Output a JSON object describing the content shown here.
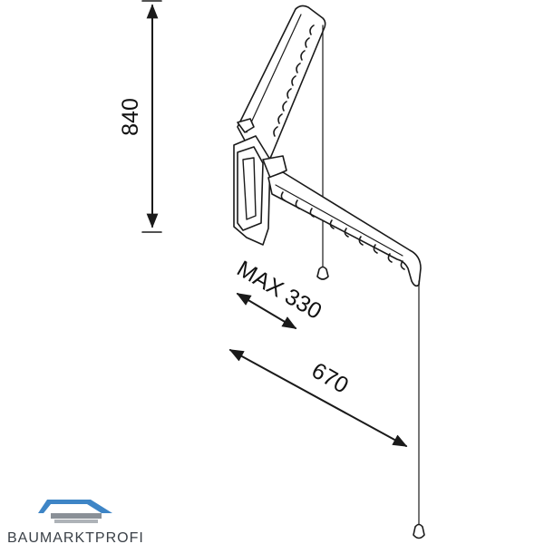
{
  "dimensions": {
    "height": "840",
    "max_extension": "MAX 330",
    "width": "670"
  },
  "brand": {
    "name": "BAUMARKTPROFI",
    "logo_color": "#3e85c6"
  }
}
